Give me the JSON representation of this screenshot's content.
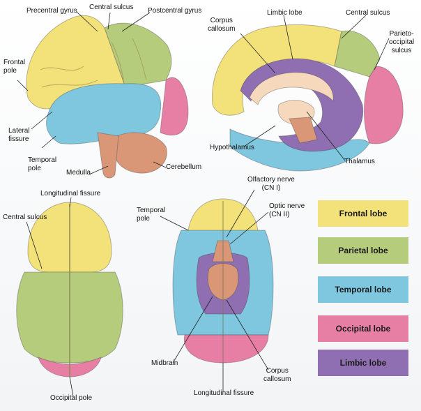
{
  "colors": {
    "frontal": "#f3e27a",
    "parietal": "#b5cc7c",
    "temporal": "#7fc6df",
    "occipital": "#e77fa5",
    "limbic": "#8f6fb2",
    "brainstem": "#d99778",
    "corpus": "#f6d9bd"
  },
  "labels": {
    "precentral_gyrus": "Precentral gyrus",
    "central_sulcus_top": "Central sulcus",
    "postcentral_gyrus": "Postcentral gyrus",
    "frontal_pole": "Frontal\npole",
    "lateral_fissure": "Lateral\nfissure",
    "temporal_pole_left": "Temporal\npole",
    "medulla": "Medulla",
    "cerebellum": "Cerebellum",
    "corpus_callosum_top": "Corpus\ncallosum",
    "limbic_lobe": "Limbic lobe",
    "central_sulcus_right": "Central sulcus",
    "parieto_occipital": "Parieto-\noccipital\nsulcus",
    "hypothalamus": "Hypothalamus",
    "thalamus": "Thalamus",
    "longitudinal_fissure_top": "Longitudinal fissure",
    "central_sulcus_left": "Central sulcus",
    "occipital_pole": "Occipital pole",
    "temporal_pole_bottom": "Temporal\npole",
    "olfactory_nerve": "Olfactory nerve\n(CN I)",
    "optic_nerve": "Optic nerve\n(CN II)",
    "midbrain": "Midbrain",
    "corpus_callosum_bottom": "Corpus\ncallosum",
    "longitudinal_fissure_bottom": "Longitudinal fissure"
  },
  "legend": {
    "frontal": "Frontal lobe",
    "parietal": "Parietal lobe",
    "temporal": "Temporal lobe",
    "occipital": "Occipital lobe",
    "limbic": "Limbic lobe"
  }
}
